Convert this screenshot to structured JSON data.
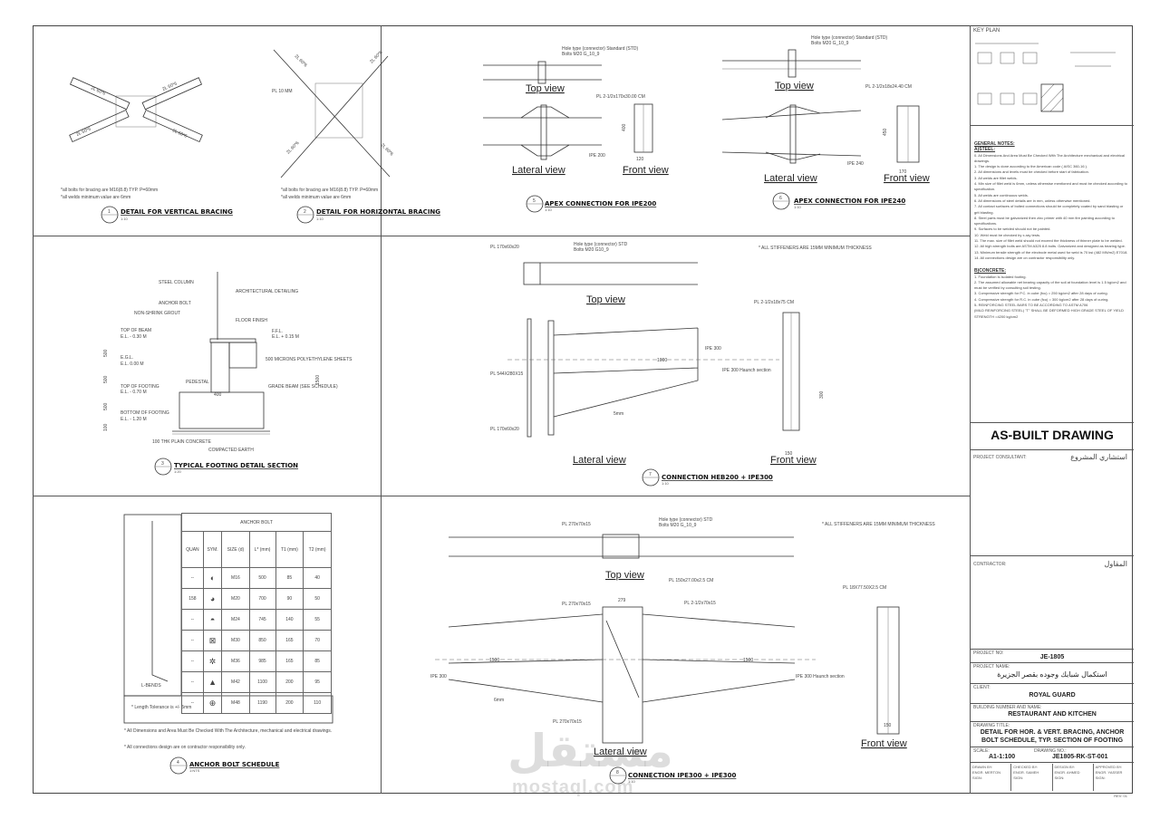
{
  "sheet": {
    "details": [
      {
        "num": "1",
        "title": "DETAIL FOR VERTICAL BRACING",
        "scale": "1:10",
        "notes": [
          "*all bolts for bracing are M16(8.8) TYP. P=60mm",
          "*all welds minimum value are 6mm"
        ],
        "labels": [
          "2L 60*6",
          "2L 60*6",
          "2L 60*6",
          "2L 60*6"
        ]
      },
      {
        "num": "2",
        "title": "DETAIL FOR HORIZONTAL BRACING",
        "scale": "1:10",
        "notes": [
          "*all bolts for bracing are M16(8.8) TYP. P=60mm",
          "*all welds minimum value are 6mm"
        ],
        "labels": [
          "PL 10 MM",
          "2L 60*6",
          "2L 60*6",
          "2L 60*6",
          "2L 60*6"
        ]
      },
      {
        "num": "5",
        "title": "APEX CONNECTION FOR IPE200",
        "scale": "1:10",
        "top_view": "Top view",
        "lateral_view": "Lateral view",
        "front_view": "Front view",
        "notes": [
          "Hole type (connector) Standard (STD)",
          "Bolts M20 G_10_9",
          "PL 2-1/2x170x30.00 CM",
          "IPE 200",
          "120",
          "400"
        ]
      },
      {
        "num": "6",
        "title": "APEX CONNECTION FOR IPE240",
        "scale": "1:10",
        "top_view": "Top view",
        "lateral_view": "Lateral view",
        "front_view": "Front view",
        "notes": [
          "Hole type (connector) Standard (STD)",
          "Bolts M20 G_10_9",
          "PL 2-1/2x18x24.40 CM",
          "IPE 240",
          "170",
          "450"
        ]
      },
      {
        "num": "3",
        "title": "TYPICAL FOOTING DETAIL SECTION",
        "scale": "1:20",
        "levels": [
          {
            "name": "TOP OF BEAM",
            "el": "E.L. - 0.30 M"
          },
          {
            "name": "F.F.L.",
            "el": "E.L. + 0.15 M"
          },
          {
            "name": "E.G.L.",
            "el": "E.L. 0.00 M"
          },
          {
            "name": "TOP OF FOOTING",
            "el": "E.L. - 0.70 M"
          },
          {
            "name": "BOTTOM OF FOOTING",
            "el": "E.L. - 1.20 M"
          }
        ],
        "notes": [
          "STEEL COLUMN",
          "ANCHOR BOLT",
          "NON-SHRINK GROUT",
          "PEDESTAL",
          "GRADE BEAM (SEE SCHEDULE)",
          "500 MICRONS POLYETHYLENE SHEETS",
          "100 THK PLAIN CONCRETE",
          "COMPACTED EARTH",
          "ARCHITECTURAL DETAILING",
          "FLOOR FINISH",
          "400"
        ],
        "dims": [
          "500",
          "500",
          "500",
          "100",
          "1500"
        ]
      },
      {
        "num": "7",
        "title": "CONNECTION HEB200 + IPE300",
        "scale": "1:10",
        "top_view": "Top view",
        "lateral_view": "Lateral view",
        "front_view": "Front view",
        "stiffener_note": "* ALL STIFFENERS ARE 15MM MINIMUM THICKNESS",
        "notes": [
          "PL 170x60x20",
          "Hole type (connector) STD",
          "Bolts M20 G10_9",
          "PL 544X280X15",
          "PL 170x60x20",
          "PL 2-1/2x18x75 CM",
          "IPE 300",
          "IPE 300 Haunch section",
          "1000",
          "150",
          "300",
          "5mm"
        ]
      },
      {
        "num": "4",
        "title": "ANCHOR BOLT SCHEDULE",
        "scale": "1:NTS",
        "footnote": "* Length Tolerance is +/- 5mm",
        "notes": [
          "* All Dimensions and Area Must Be Checked With The Architecture, mechanical and electrical drawings.",
          "* All connections design are on contractor responsibility only."
        ]
      },
      {
        "num": "8",
        "title": "CONNECTION IPE300 + IPE300",
        "scale": "1:10",
        "top_view": "Top view",
        "lateral_view": "Lateral view",
        "front_view": "Front view",
        "stiffener_note": "* ALL STIFFENERS ARE 15MM MINIMUM THICKNESS",
        "notes": [
          "PL 270x70x15",
          "Hole type (connector) STD",
          "Bolts M20 G_10_9",
          "PL 150x27.00x2.5 CM",
          "PL 270x70x15",
          "PL 2-1/2x70x15",
          "PL 270x70x15",
          "PL 18X77.50X2.5 CM",
          "IPE 300",
          "IPE 300 Haunch section",
          "279",
          "1500",
          "1500",
          "150",
          "6mm"
        ]
      }
    ],
    "anchor_bolt": {
      "title": "ANCHOR BOLT",
      "headers": [
        "QUAN",
        "SYM.",
        "SIZE (d)",
        "L* (mm)",
        "T1 (mm)",
        "T2 (mm)"
      ],
      "rows": [
        [
          "--",
          "sym-half-left",
          "M16",
          "500",
          "85",
          "40"
        ],
        [
          "158",
          "sym-quarters",
          "M20",
          "700",
          "90",
          "50"
        ],
        [
          "--",
          "sym-half-top",
          "M24",
          "745",
          "140",
          "55"
        ],
        [
          "--",
          "sym-cross",
          "M30",
          "850",
          "165",
          "70"
        ],
        [
          "--",
          "sym-star",
          "M36",
          "985",
          "165",
          "85"
        ],
        [
          "--",
          "sym-triangle",
          "M42",
          "1100",
          "200",
          "95"
        ],
        [
          "--",
          "sym-crosshair",
          "M48",
          "1190",
          "200",
          "110"
        ]
      ],
      "label": "L-BENDS"
    }
  },
  "title_block": {
    "key_plan": "KEY PLAN",
    "general_notes_title": "GENERAL NOTES:",
    "steel_title": "A)STEEL:",
    "steel_notes": [
      "0. All Dimensions And Area Must Be Checked With The Architecture mechanical and electrical drawings.",
      "1. The design is done according to the American code ( AISC 360-16 ).",
      "2. All dimensions and levels must be checked before start of fabrication.",
      "3. All welds are fillet welds.",
      "4. Min size of fillet weld is 6mm, unless otherwise mentioned and must be checked according to specification.",
      "5. All welds are continuous welds.",
      "6. All dimensions of steel details are in mm, unless otherwise mentioned.",
      "7. All contact surfaces of bolted connections should be completely coated by sand blasting or grit blasting.",
      "8. Steel parts must be galvanized then zinc primer with 40 mm fire painting according to specifications.",
      "9. Surfaces to be welded should not be painted.",
      "10. Weld must be checked by x-ray tests.",
      "11. The max. size of fillet weld should not exceed the thickness of thinner plate to be welded.",
      "12. All high strength bolts are ASTM A325 8.8 bolts. Galvanized and designed as bearing type.",
      "13. Minimum tensile strength of the electrode metal used for weld is 70 ksi (482 MN/m2) E7018.",
      "14. All connections design are on contractor responsibility only."
    ],
    "concrete_title": "B)CONCRETE:",
    "concrete_notes": [
      "1. Foundation is isolated footing.",
      "2. The assumed allowable net bearing capacity of the soil at foundation level is 1.5 kg/cm2 and must be verified by consulting soil testing.",
      "3. Compressive strength for P.C. in cube (fcu) = 250 kg/cm2 after 28 days of curing.",
      "4. Compressive strength for R.C. in cube (fcu) = 300 kg/cm2 after 28 days of curing.",
      "5- REINFORCING STEEL BARS TO BE ACCORDING TO ASTM A706",
      "(MILD REINFORCING STEEL) \"T\" SHALL BE DEFORMED HIGH GRADE STEEL OF YIELD STRENGTH =4200 kg/cm2"
    ],
    "as_built": "AS-BUILT DRAWING",
    "consultant_label": "PROJECT CONSULTANT:",
    "consultant_ar": "استشاري المشروع",
    "contractor_label": "CONTRACTOR:",
    "contractor_ar": "المقاول",
    "project_no_label": "PROJECT NO:",
    "project_no": "JE-1805",
    "project_name_label": "PROJECT NAME:",
    "project_name": "استكمال شبابك وجوده بقصر الجزيرة",
    "client_label": "CLIENT:",
    "client": "ROYAL GUARD",
    "building_label": "BUILDING NUMBER AND NAME:",
    "building": "RESTAURANT AND KITCHEN",
    "drawing_title_label": "DRAWING TITLE:",
    "drawing_title": "DETAIL FOR HOR. & VERT. BRACING, ANCHOR BOLT SCHEDULE, TYP. SECTION OF FOOTING",
    "scale_label": "SCALE:",
    "scale": "A1-1:100",
    "drawing_no_label": "DRAWING NO.:",
    "drawing_no": "JE1805-RK-ST-001",
    "signoffs": [
      {
        "role": "DRAWN BY:",
        "name": "ENGR. MERTON",
        "sign": "SIGN:"
      },
      {
        "role": "CHECKED BY:",
        "name": "ENGR. SAMEH",
        "sign": "SIGN:"
      },
      {
        "role": "DESIGN BY:",
        "name": "ENGR. AHMED",
        "sign": "SIGN:"
      },
      {
        "role": "APPROVED BY:",
        "name": "ENGR. YASSER",
        "sign": "SIGN:"
      }
    ],
    "rev": "REV: 01"
  },
  "watermark": {
    "ar": "مستقل",
    "en": "mostaql.com"
  }
}
